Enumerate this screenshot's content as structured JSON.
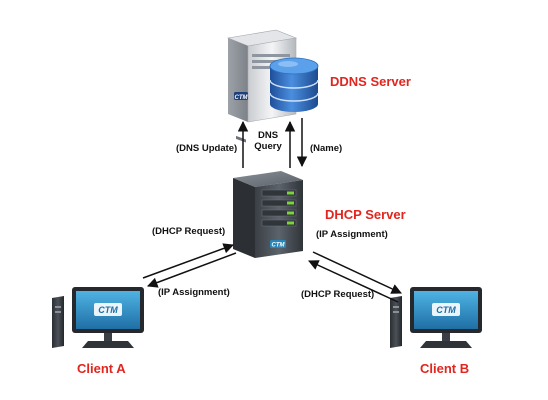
{
  "nodes": {
    "ddns_server": {
      "label": "DDNS Server",
      "logo": "CTM"
    },
    "dhcp_server": {
      "label": "DHCP Server",
      "logo": "CTM"
    },
    "client_a": {
      "label": "Client A",
      "logo": "CTM"
    },
    "client_b": {
      "label": "Client B",
      "logo": "CTM"
    }
  },
  "edges": {
    "dns_update": "(DNS Update)",
    "dns_query_line1": "DNS",
    "dns_query_line2": "Query",
    "name": "(Name)",
    "dhcp_request_a": "(DHCP Request)",
    "ip_assignment_a": "(IP Assignment)",
    "ip_assignment_b": "(IP Assignment)",
    "dhcp_request_b": "(DHCP Request)"
  },
  "colors": {
    "accent_label": "#e0261f",
    "arrow": "#111111",
    "screen": "#2a86b8",
    "database": "#2f6fc0",
    "led": "#7bd43a"
  },
  "icons": [
    "server-tower-icon",
    "database-icon",
    "rack-server-icon",
    "desktop-computer-icon"
  ]
}
